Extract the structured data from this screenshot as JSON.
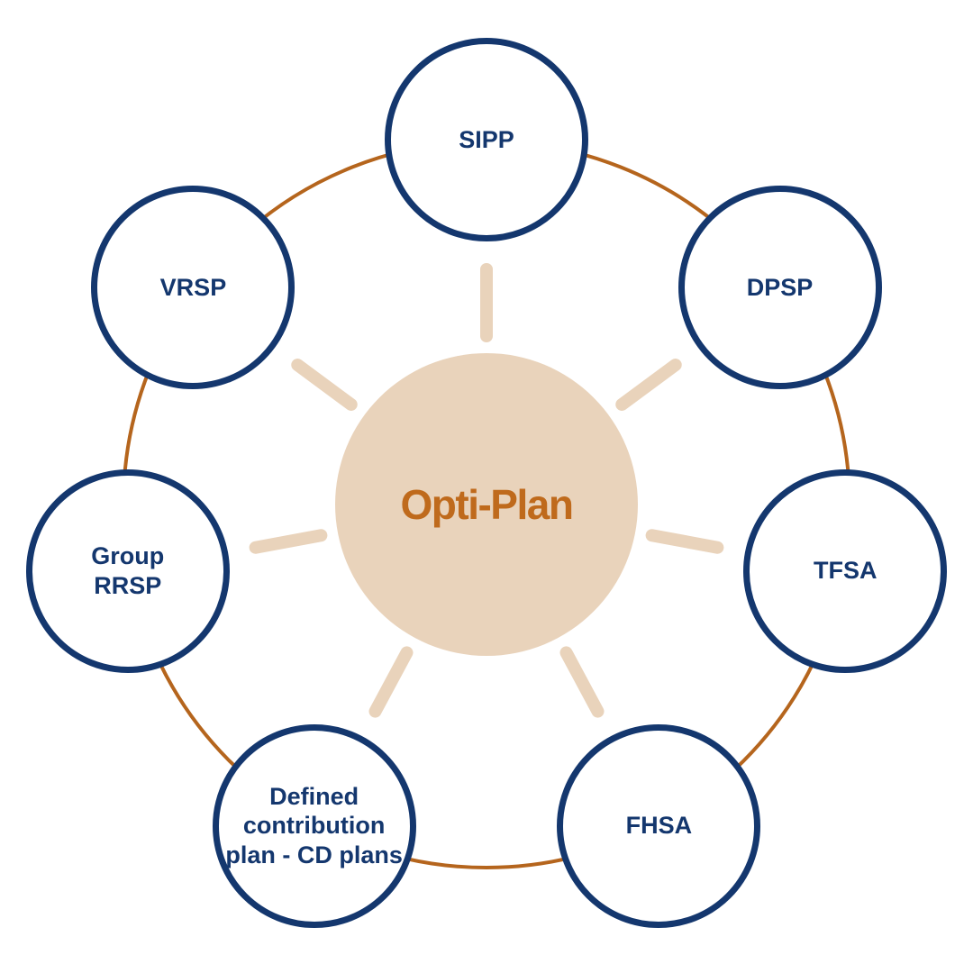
{
  "hub": {
    "label": "Opti-Plan"
  },
  "nodes": [
    {
      "id": "sipp",
      "label": "SIPP",
      "angle_deg": 0
    },
    {
      "id": "dpsp",
      "label": "DPSP",
      "angle_deg": 53.5
    },
    {
      "id": "tfsa",
      "label": "TFSA",
      "angle_deg": 100.5
    },
    {
      "id": "fhsa",
      "label": "FHSA",
      "angle_deg": 151.8
    },
    {
      "id": "dc-plans",
      "label": "Defined\ncontribution\nplan - CD plans",
      "angle_deg": 208.2
    },
    {
      "id": "group-rrsp",
      "label": "Group\nRRSP",
      "angle_deg": 259.5
    },
    {
      "id": "vrsp",
      "label": "VRSP",
      "angle_deg": 306.5
    }
  ],
  "colors": {
    "navy": "#14376e",
    "ring_orange": "#b5651d",
    "beige": "#e9d3bb",
    "hub_text_orange": "#bf6a1c",
    "node_fill": "#ffffff"
  }
}
